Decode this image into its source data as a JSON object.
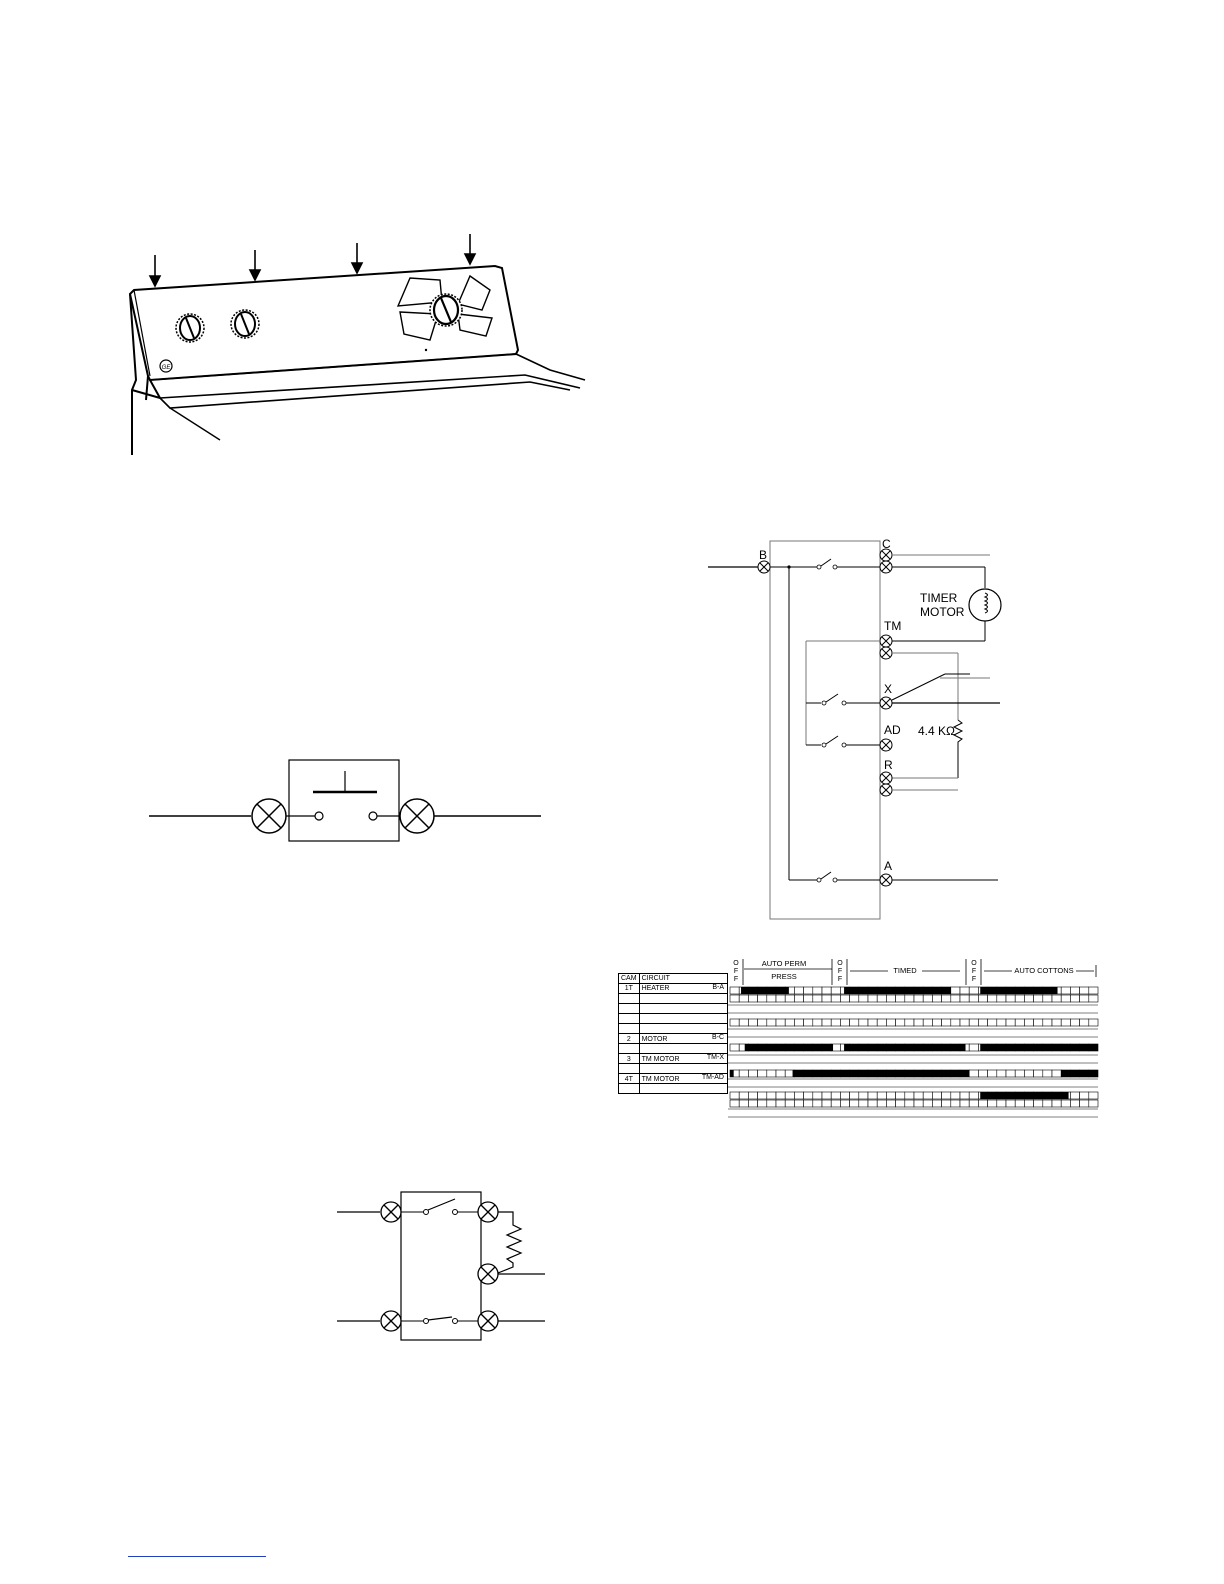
{
  "panel_figure": {
    "logo_text": "GE"
  },
  "switch_figure": {},
  "relay_figure": {},
  "timer_schematic": {
    "terminals": {
      "b": "B",
      "c": "C",
      "tm": "TM",
      "x": "X",
      "ad": "AD",
      "r": "R",
      "a": "A"
    },
    "timer_motor_line1": "TIMER",
    "timer_motor_line2": "MOTOR",
    "resistor_value": "4.4 KΩ"
  },
  "cam_chart": {
    "header_cam": "CAM",
    "header_circuit": "CIRCUIT",
    "cycles": {
      "off": "O\nF\nF",
      "auto_perm_line1": "AUTO PERM",
      "auto_perm_line2": "PRESS",
      "timed": "TIMED",
      "auto_cottons": "AUTO COTTONS"
    },
    "rows": [
      {
        "cam": "1T",
        "circuit": "HEATER",
        "terminals": "B-A"
      },
      {
        "cam": "2",
        "circuit": "MOTOR",
        "terminals": "B-C"
      },
      {
        "cam": "3",
        "circuit": "TM MOTOR",
        "terminals": "TM-X"
      },
      {
        "cam": "4T",
        "circuit": "TM MOTOR",
        "terminals": "TM-AD"
      }
    ],
    "segments": {
      "heater": [
        [
          0.03,
          0.16
        ],
        [
          0.31,
          0.6
        ],
        [
          0.68,
          0.89
        ]
      ],
      "motor": [
        [
          0.04,
          0.28
        ],
        [
          0.31,
          0.64
        ],
        [
          0.68,
          1.0
        ]
      ],
      "tm_x": [
        [
          0.0,
          0.01
        ],
        [
          0.17,
          0.65
        ],
        [
          0.9,
          1.0
        ]
      ],
      "tm_ad": [
        [
          0.68,
          0.92
        ]
      ]
    }
  }
}
